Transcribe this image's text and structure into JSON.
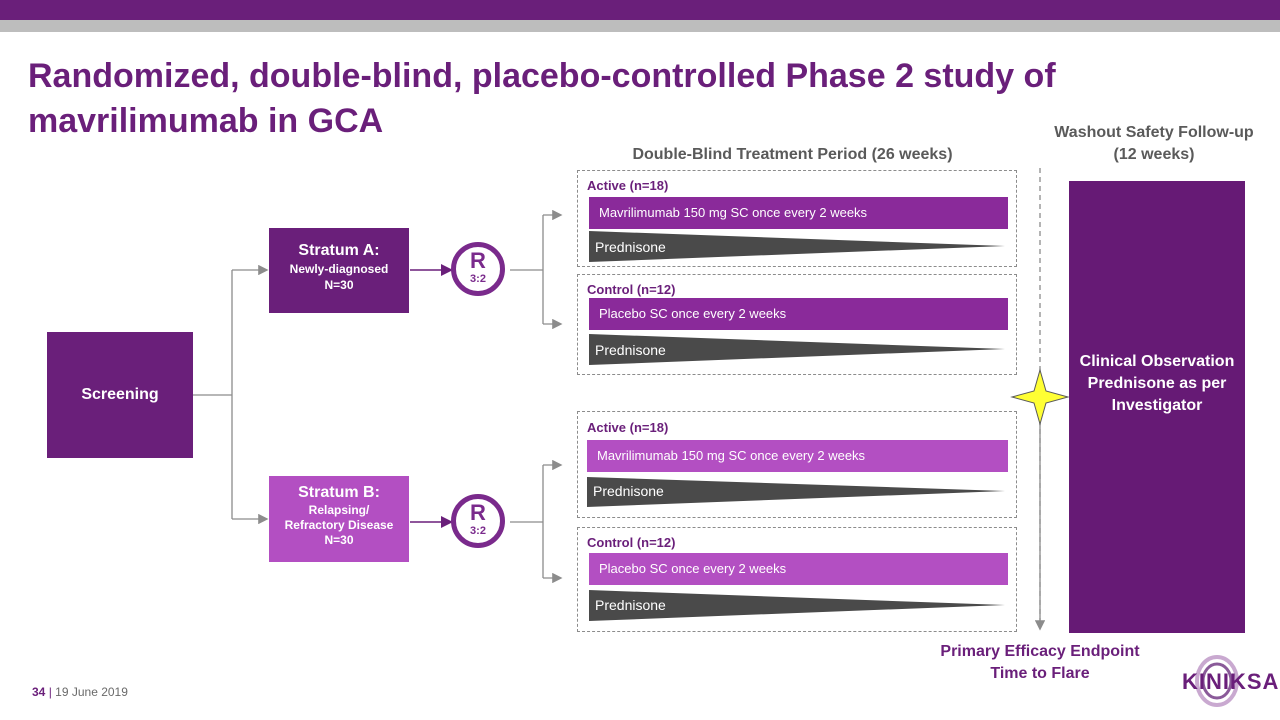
{
  "title": "Randomized, double-blind, placebo-controlled Phase 2 study of mavrilimumab in GCA",
  "periods": {
    "double_blind": "Double-Blind Treatment Period (26 weeks)",
    "washout_line1": "Washout Safety Follow-up",
    "washout_line2": "(12 weeks)"
  },
  "screening": "Screening",
  "strata": [
    {
      "title": "Stratum A:",
      "line1": "Newly-diagnosed",
      "line2": "N=30"
    },
    {
      "title": "Stratum B:",
      "line1": "Relapsing/",
      "line2": "Refractory Disease",
      "line3": "N=30"
    }
  ],
  "randomization": {
    "letter": "R",
    "ratio": "3:2"
  },
  "arms": {
    "active_label": "Active (n=18)",
    "control_label": "Control (n=12)",
    "active_drug": "Mavrilimumab 150 mg SC once every 2 weeks",
    "control_drug": "Placebo SC once every 2 weeks",
    "prednisone": "Prednisone"
  },
  "observation": {
    "line1": "Clinical Observation",
    "line2": "Prednisone as per",
    "line3": "Investigator"
  },
  "endpoint": {
    "line1": "Primary Efficacy Endpoint",
    "line2": "Time to Flare"
  },
  "footer": {
    "page": "34",
    "separator": "|",
    "date": "19 June 2019"
  },
  "logo": "KINIKSA",
  "colors": {
    "dark_purple": "#6a1f7a",
    "arm_purple": "#8a2a9a",
    "light_purple": "#b34fc2",
    "prednisone_gray": "#4a4a4a",
    "star_yellow": "#ffff33"
  }
}
